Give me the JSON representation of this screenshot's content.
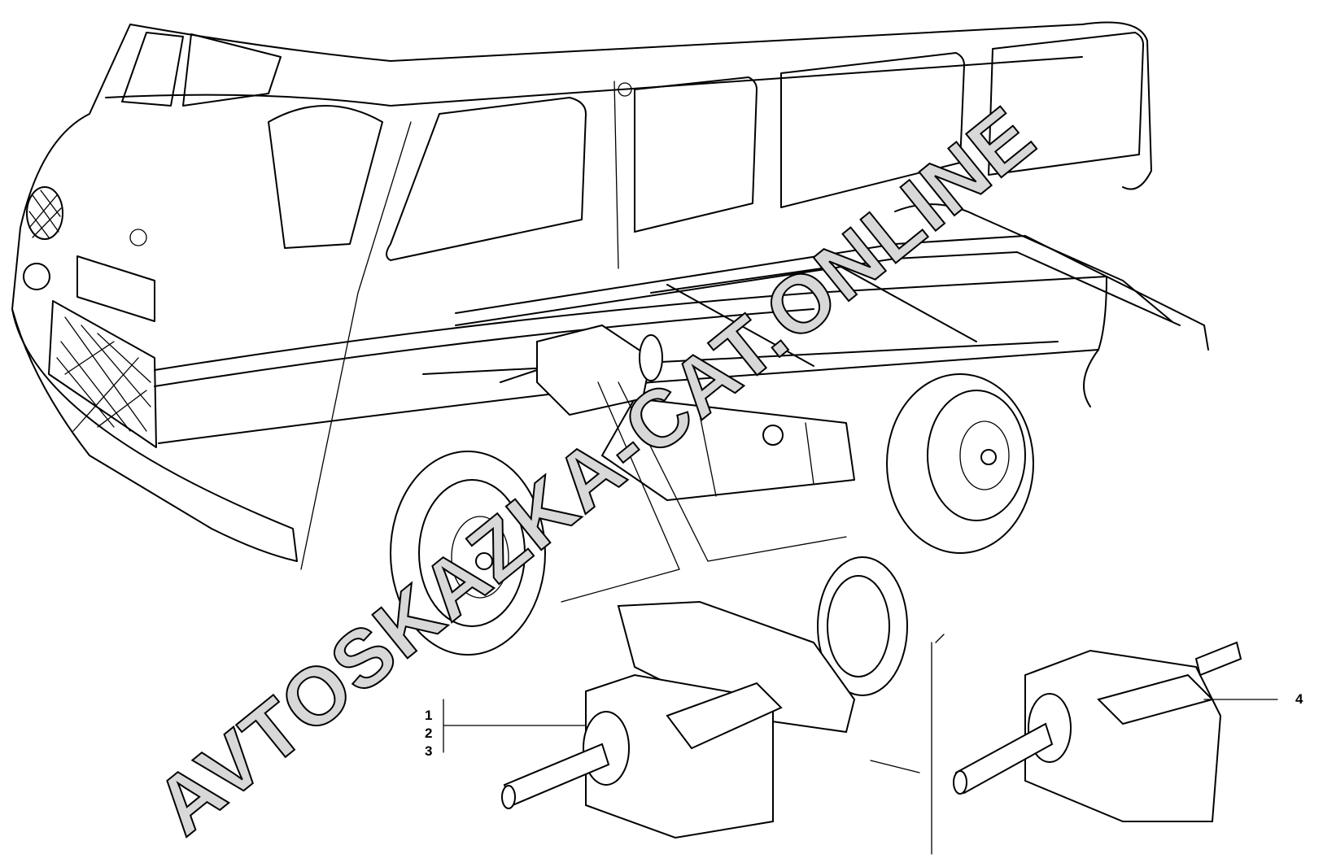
{
  "diagram": {
    "callouts": {
      "left": [
        "1",
        "2",
        "3"
      ],
      "right": "4"
    },
    "watermark": "AVTOSKAZKA-CAT.ONLINE"
  }
}
